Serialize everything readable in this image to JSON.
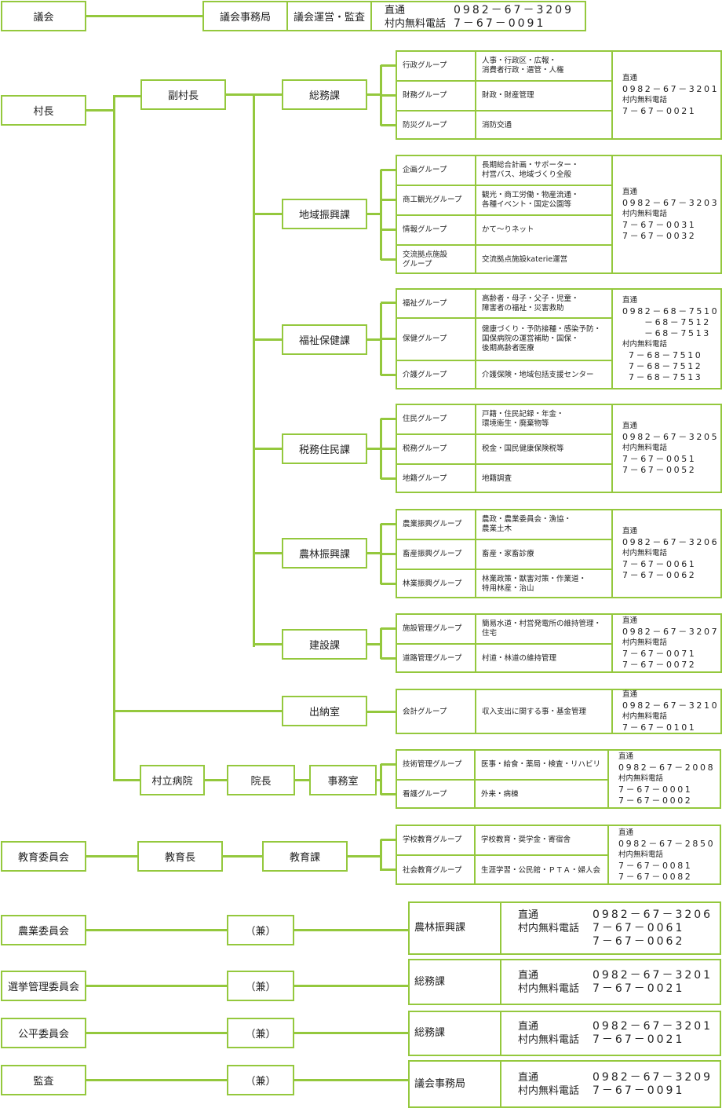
{
  "council": {
    "label": "議会",
    "office": "議会事務局",
    "duty": "議会運営・監査",
    "direct_label": "直通",
    "direct": "0982－67－3209",
    "internal_label": "村内無料電話",
    "internal": "7－67－0091"
  },
  "mayor": "村長",
  "deputy": "副村長",
  "departments": [
    {
      "name": "総務課",
      "groups": [
        {
          "name": "行政グループ",
          "duties": "人事・行政区・広報・\n消費者行政・選管・人権"
        },
        {
          "name": "財務グループ",
          "duties": "財政・財産管理"
        },
        {
          "name": "防災グループ",
          "duties": "消防交通"
        }
      ],
      "phone": {
        "direct_label": "直通",
        "direct": [
          "0982－67－3201"
        ],
        "internal_label": "村内無料電話",
        "internal": [
          "7－67－0021"
        ]
      }
    },
    {
      "name": "地域振興課",
      "groups": [
        {
          "name": "企画グループ",
          "duties": "長期総合計画・サポーター・\n村営バス、地域づくり全般"
        },
        {
          "name": "商工観光グループ",
          "duties": "観光・商工労働・物産流通・\n各種イベント・国定公園等"
        },
        {
          "name": "情報グループ",
          "duties": "かて～りネット"
        },
        {
          "name": "交流拠点施設\nグループ",
          "duties": "交流拠点施設katerie運営"
        }
      ],
      "phone": {
        "direct_label": "直通",
        "direct": [
          "0982－67－3203"
        ],
        "internal_label": "村内無料電話",
        "internal": [
          "7－67－0031",
          "7－67－0032"
        ]
      }
    },
    {
      "name": "福祉保健課",
      "groups": [
        {
          "name": "福祉グループ",
          "duties": "高齢者・母子・父子・児童・\n障害者の福祉・災害救助"
        },
        {
          "name": "保健グループ",
          "duties": "健康づくり・予防接種・感染予防・\n国保病院の運営補助・国保・\n後期高齢者医療"
        },
        {
          "name": "介護グループ",
          "duties": "介護保険・地域包括支援センター"
        }
      ],
      "phone": {
        "direct_label": "直通",
        "direct": [
          "0982－68－7510",
          "－68－7512",
          "－68－7513"
        ],
        "internal_label": "村内無料電話",
        "internal": [
          "7－68－7510",
          "7－68－7512",
          "7－68－7513"
        ]
      }
    },
    {
      "name": "税務住民課",
      "groups": [
        {
          "name": "住民グループ",
          "duties": "戸籍・住民記録・年金・\n環境衛生・廃棄物等"
        },
        {
          "name": "税務グループ",
          "duties": "税金・国民健康保険税等"
        },
        {
          "name": "地籍グループ",
          "duties": "地籍調査"
        }
      ],
      "phone": {
        "direct_label": "直通",
        "direct": [
          "0982－67－3205"
        ],
        "internal_label": "村内無料電話",
        "internal": [
          "7－67－0051",
          "7－67－0052"
        ]
      }
    },
    {
      "name": "農林振興課",
      "groups": [
        {
          "name": "農業振興グループ",
          "duties": "農政・農業委員会・漁協・\n農業土木"
        },
        {
          "name": "畜産振興グループ",
          "duties": "畜産・家畜診療"
        },
        {
          "name": "林業振興グループ",
          "duties": "林業政策・獣害対策・作業道・\n特用林産・治山"
        }
      ],
      "phone": {
        "direct_label": "直通",
        "direct": [
          "0982－67－3206"
        ],
        "internal_label": "村内無料電話",
        "internal": [
          "7－67－0061",
          "7－67－0062"
        ]
      }
    },
    {
      "name": "建設課",
      "groups": [
        {
          "name": "施設管理グループ",
          "duties": "簡易水道・村営発電所の維持管理・\n住宅"
        },
        {
          "name": "道路管理グループ",
          "duties": "村道・林道の維持管理"
        }
      ],
      "phone": {
        "direct_label": "直通",
        "direct": [
          "0982－67－3207"
        ],
        "internal_label": "村内無料電話",
        "internal": [
          "7－67－0071",
          "7－67－0072"
        ]
      }
    },
    {
      "name": "出納室",
      "groups": [
        {
          "name": "会計グループ",
          "duties": "収入支出に関する事・基金管理"
        }
      ],
      "phone": {
        "direct_label": "直通",
        "direct": [
          "0982－67－3210"
        ],
        "internal_label": "村内無料電話",
        "internal": [
          "7－67－0101"
        ]
      }
    }
  ],
  "hospital": {
    "name": "村立病院",
    "director": "院長",
    "office": "事務室",
    "groups": [
      {
        "name": "技術管理グループ",
        "duties": "医事・給食・薬局・検査・リハビリ"
      },
      {
        "name": "看護グループ",
        "duties": "外来・病棟"
      }
    ],
    "phone": {
      "direct_label": "直通",
      "direct": [
        "0982－67－2008"
      ],
      "internal_label": "村内無料電話",
      "internal": [
        "7－67－0001",
        "7－67－0002"
      ]
    }
  },
  "education": {
    "board": "教育委員会",
    "superintendent": "教育長",
    "department": "教育課",
    "groups": [
      {
        "name": "学校教育グループ",
        "duties": "学校教育・奨学金・寄宿舎"
      },
      {
        "name": "社会教育グループ",
        "duties": "生涯学習・公民館・ＰＴＡ・婦人会"
      }
    ],
    "phone": {
      "direct_label": "直通",
      "direct": [
        "0982－67－2850"
      ],
      "internal_label": "村内無料電話",
      "internal": [
        "7－67－0081",
        "7－67－0082"
      ]
    }
  },
  "committees": [
    {
      "name": "農業委員会",
      "concurrent": "（兼）",
      "dept": "農林振興課",
      "direct_label": "直通",
      "direct": "0982－67－3206",
      "internal_label": "村内無料電話",
      "internal": [
        "7－67－0061",
        "7－67－0062"
      ]
    },
    {
      "name": "選挙管理委員会",
      "concurrent": "（兼）",
      "dept": "総務課",
      "direct_label": "直通",
      "direct": "0982－67－3201",
      "internal_label": "村内無料電話",
      "internal": [
        "7－67－0021"
      ]
    },
    {
      "name": "公平委員会",
      "concurrent": "（兼）",
      "dept": "総務課",
      "direct_label": "直通",
      "direct": "0982－67－3201",
      "internal_label": "村内無料電話",
      "internal": [
        "7－67－0021"
      ]
    },
    {
      "name": "監査",
      "concurrent": "（兼）",
      "dept": "議会事務局",
      "direct_label": "直通",
      "direct": "0982－67－3209",
      "internal_label": "村内無料電話",
      "internal": [
        "7－67－0091"
      ]
    }
  ]
}
